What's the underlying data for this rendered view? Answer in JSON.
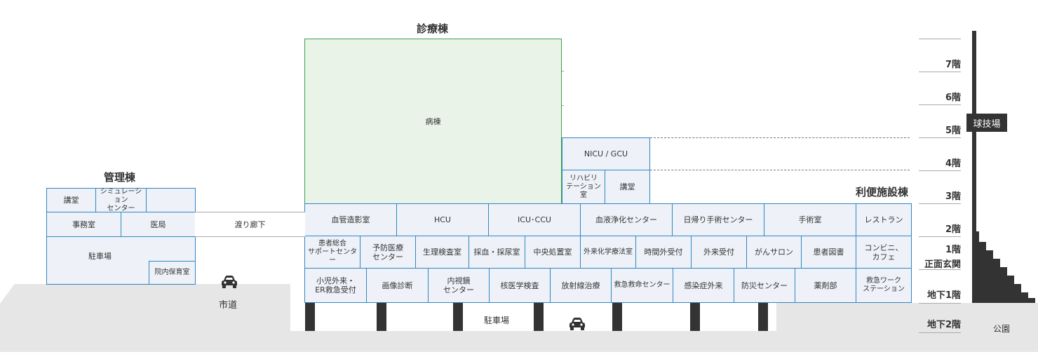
{
  "buildings": {
    "shinryo": "診療棟",
    "kanri": "管理棟",
    "riben": "利便施設棟"
  },
  "ward": "病棟",
  "upper": {
    "nicu": "NICU / GCU",
    "rehab": "リハビリ\nテーション室",
    "kodo": "講堂"
  },
  "kanri_rooms": {
    "kodo": "講堂",
    "sim": "シミュレーション\nセンター",
    "jimu": "事務室",
    "ikyoku": "医局",
    "parking": "駐車場",
    "hoiku": "院内保育室"
  },
  "corridor": "渡り廊下",
  "floor2": [
    "血管造影室",
    "HCU",
    "ICU･CCU",
    "血液浄化センター",
    "日帰り手術センター",
    "手術室",
    "レストラン"
  ],
  "floor1": [
    "患者総合\nサポートセンター",
    "予防医療\nセンター",
    "生理検査室",
    "採血・採尿室",
    "中央処置室",
    "外来化学療法室",
    "時間外受付",
    "外来受付",
    "がんサロン",
    "患者図書",
    "コンビニ、\nカフェ"
  ],
  "floorB1": [
    "小児外来・\nER救急受付",
    "画像診断",
    "内視鏡\nセンター",
    "核医学検査",
    "放射線治療",
    "救急救命センター",
    "感染症外来",
    "防災センター",
    "薬剤部",
    "救急ワーク\nステーション"
  ],
  "underground": {
    "parking": "駐車場"
  },
  "road": "市道",
  "park": "公園",
  "stadium": "球技場",
  "floors": {
    "f7": "7階",
    "f6": "6階",
    "f5": "5階",
    "f4": "4階",
    "f3": "3階",
    "f2": "2階",
    "f1": "1階",
    "entrance": "正面玄関",
    "b1": "地下1階",
    "b2": "地下2階"
  },
  "icons": {
    "car": "car-icon"
  }
}
